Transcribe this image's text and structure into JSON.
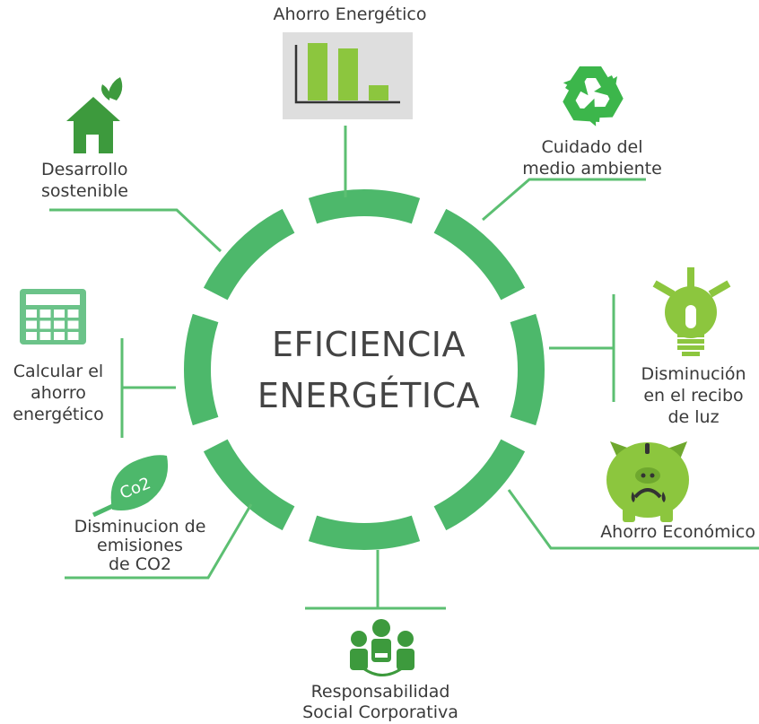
{
  "center": {
    "line1": "EFICIENCIA",
    "line2": "ENERGÉTICA"
  },
  "colors": {
    "ring": "#4db86b",
    "connector": "#5cbf72",
    "dark_green": "#3d9a3d",
    "lime": "#8cc63e",
    "lime_dark": "#6fa82e",
    "recycle": "#3cb64b",
    "grey_panel": "#dedede",
    "text": "#3a3a3a"
  },
  "nodes": {
    "ahorro_energetico": {
      "line1": "Ahorro Energético",
      "icon": "bar-chart-icon"
    },
    "cuidado_medio_ambiente": {
      "line1": "Cuidado del",
      "line2": "medio ambiente",
      "icon": "recycle-icon"
    },
    "disminucion_recibo": {
      "line1": "Disminución",
      "line2": "en el recibo",
      "line3": "de luz",
      "icon": "lightbulb-icon"
    },
    "ahorro_economico": {
      "line1": "Ahorro Económico",
      "icon": "piggy-bank-icon"
    },
    "responsabilidad_social": {
      "line1": "Responsabilidad",
      "line2": "Social Corporativa",
      "icon": "people-icon"
    },
    "disminucion_emisiones": {
      "line1": "Disminucion de",
      "line2": "emisiones",
      "line3": "de CO2",
      "icon": "co2-leaf-icon",
      "badge": "Co2"
    },
    "calcular_ahorro": {
      "line1": "Calcular el",
      "line2": "ahorro",
      "line3": "energético",
      "icon": "calculator-icon"
    },
    "desarrollo_sostenible": {
      "line1": "Desarrollo",
      "line2": "sostenible",
      "icon": "house-leaf-icon"
    }
  }
}
